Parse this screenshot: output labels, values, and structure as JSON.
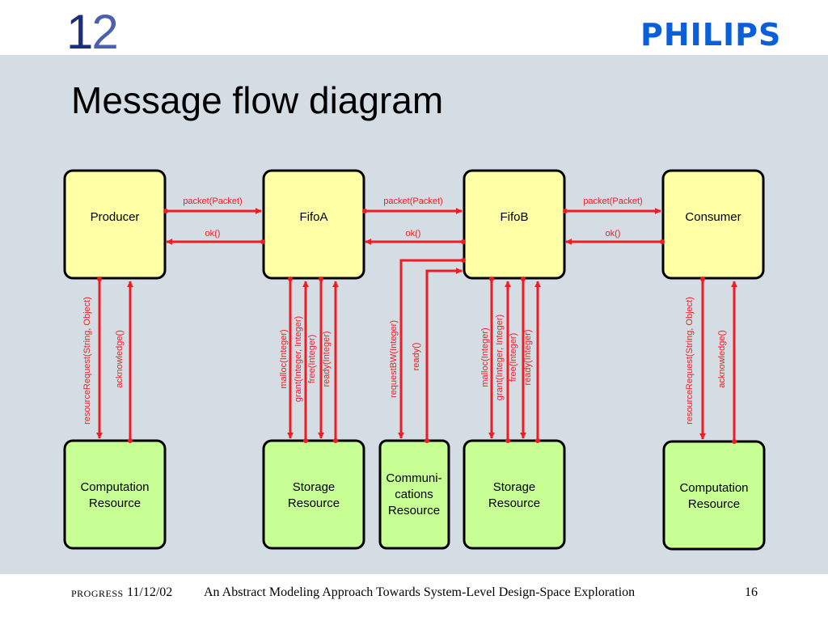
{
  "header": {
    "slide_number": {
      "d1": "1",
      "d2": "2"
    },
    "logo": "PHILIPS",
    "title": "Message flow diagram"
  },
  "colors": {
    "top_box_fill": "#ffffa5",
    "bottom_box_fill": "#c8ff94",
    "arrow": "#ee1c23",
    "background": "#d4dde4",
    "logo": "#0b5fd8"
  },
  "diagram": {
    "top": {
      "producer": "Producer",
      "fifoA": "FifoA",
      "fifoB": "FifoB",
      "consumer": "Consumer"
    },
    "bottom": {
      "comp1": [
        "Computation",
        "Resource"
      ],
      "stor1": [
        "Storage",
        "Resource"
      ],
      "comm": [
        "Communi-",
        "cations",
        "Resource"
      ],
      "stor2": [
        "Storage",
        "Resource"
      ],
      "comp2": [
        "Computation",
        "Resource"
      ]
    },
    "messages": {
      "packet1": "packet(Packet)",
      "ok1": "ok()",
      "packet2": "packet(Packet)",
      "ok2": "ok()",
      "packet3": "packet(Packet)",
      "ok3": "ok()",
      "resreq1": "resourceRequest(String, Object)",
      "ack1": "acknowledge()",
      "mallocA": "malloc(Integer)",
      "grantA": "grant(Integer, Integer)",
      "freeA": "free(Integer)",
      "readyA": "ready(Integer)",
      "reqbw": "requestBW(Integer)",
      "readyC": "ready()",
      "mallocB": "malloc(Integer)",
      "grantB": "grant(Integer, Integer)",
      "freeB": "free(Integer)",
      "readyB": "ready(Integer)",
      "resreq2": "resourceRequest(String, Object)",
      "ack2": "acknowledge()"
    }
  },
  "footer": {
    "progress": "PROGRESS",
    "date": "11/12/02",
    "description": "An Abstract Modeling Approach Towards System-Level Design-Space Exploration",
    "page": "16"
  }
}
